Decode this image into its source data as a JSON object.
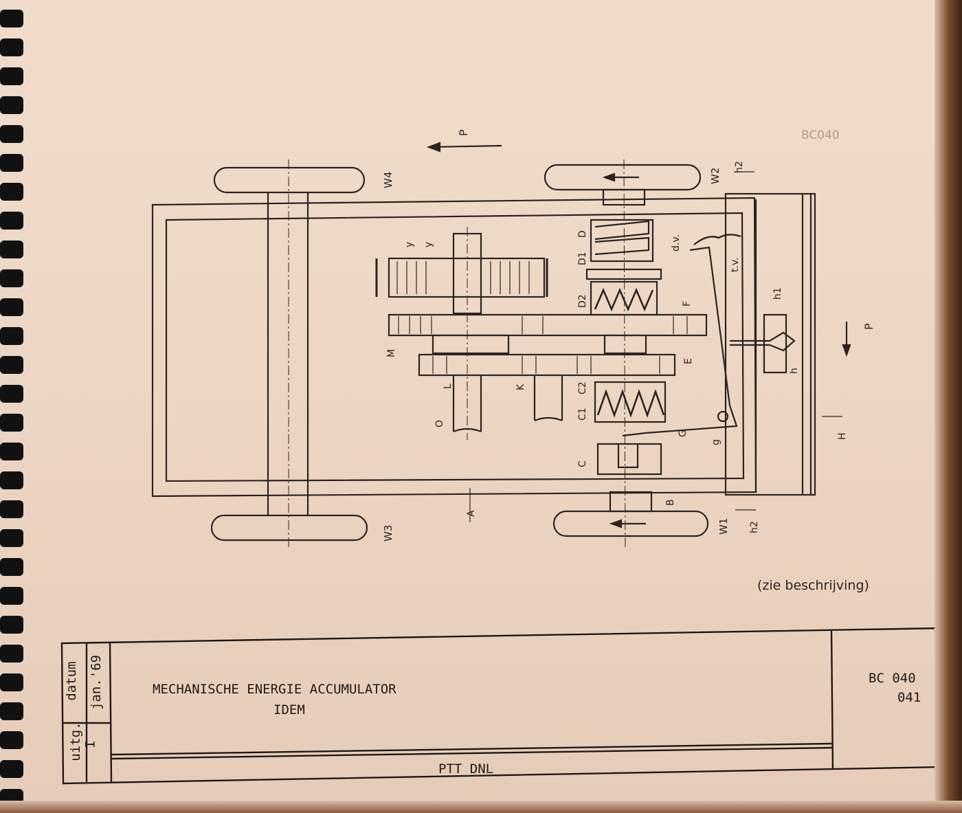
{
  "drawing": {
    "code_stamp": "BC040",
    "force_label": "P",
    "side_force_label": "P",
    "wheels": [
      "W1",
      "W2",
      "W3",
      "W4"
    ],
    "part_labels": [
      "A",
      "B",
      "C",
      "C1",
      "C2",
      "D",
      "D1",
      "D2",
      "E",
      "F",
      "G",
      "g",
      "H",
      "h",
      "h1",
      "h2",
      "h2",
      "K",
      "L",
      "M",
      "O",
      "y",
      "y",
      "d.v.",
      "t.v."
    ],
    "note": "(zie beschrijving)"
  },
  "title_block": {
    "edition_label": "uitg.",
    "edition_value": "I",
    "date_label": "datum",
    "date_value": "jan.'69",
    "title_line1": "MECHANISCHE ENERGIE ACCUMULATOR",
    "title_line2": "IDEM",
    "code_line1": "BC 040",
    "code_line2": "041",
    "footer": "PTT DNL"
  }
}
